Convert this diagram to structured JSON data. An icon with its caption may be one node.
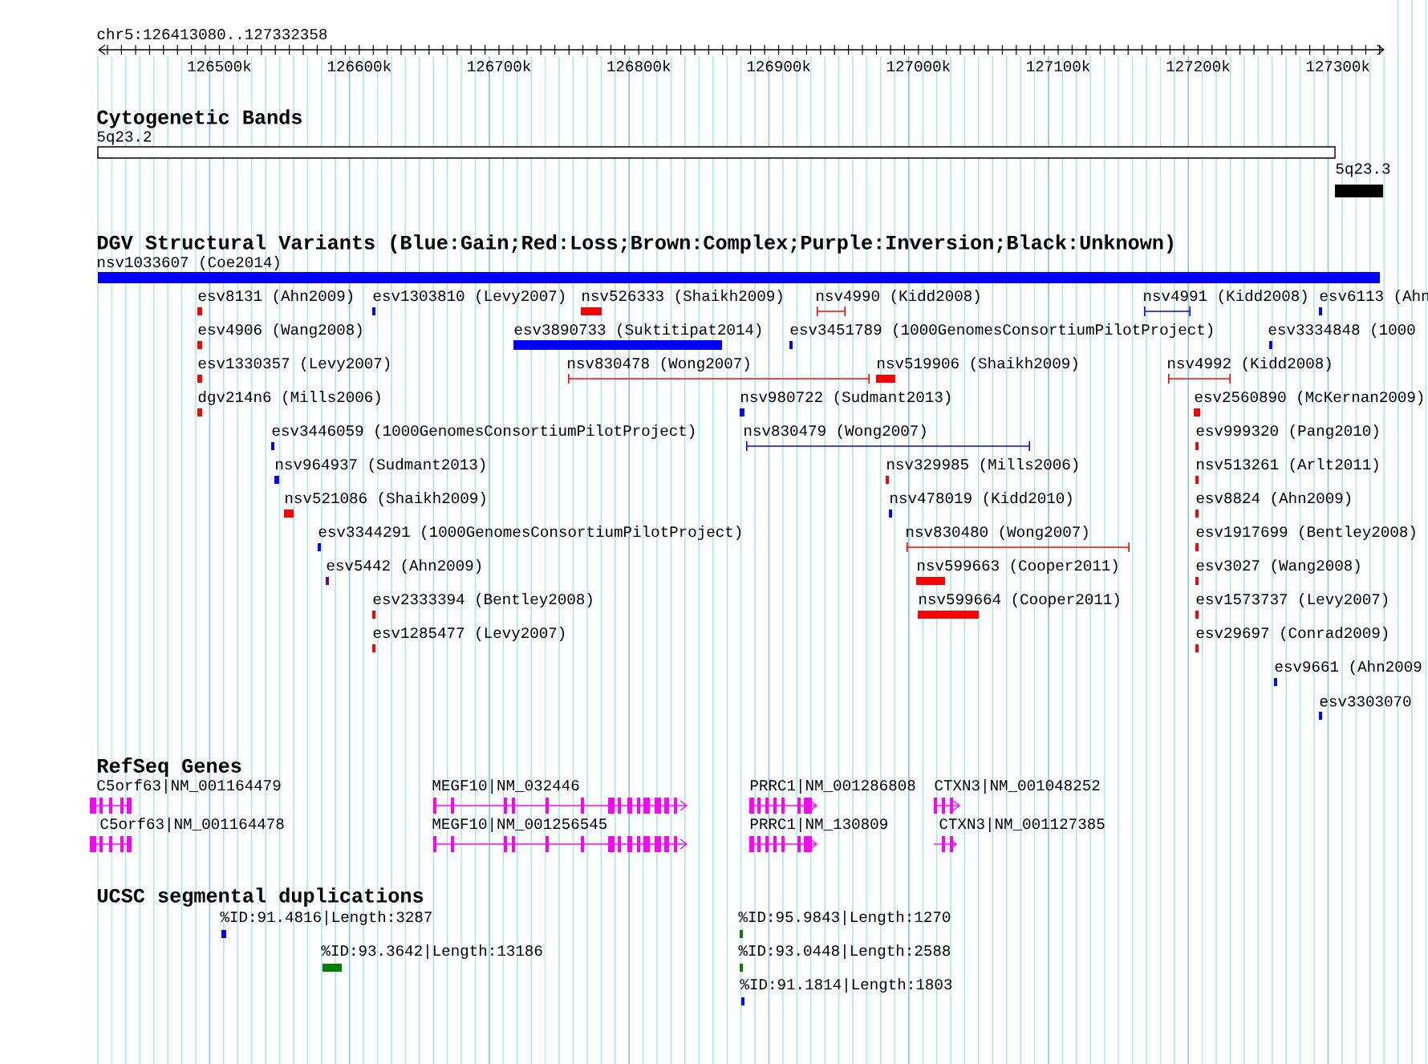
{
  "diagram": {
    "labels": [
      "chr5:126413080..127332358",
      "126500k",
      "126600k",
      "126700k",
      "126800k",
      "126900k",
      "127000k",
      "127100k",
      "127200k",
      "127300k",
      "Cytogenetic Bands",
      "5q23.2",
      "5q23.3",
      "DGV Structural Variants (Blue:Gain;Red:Loss;Brown:Complex;Purple:Inversion;Black:Unknown)",
      "nsv1033607 (Coe2014)",
      "esv8131 (Ahn2009)",
      "esv1303810 (Levy2007)",
      "nsv526333 (Shaikh2009)",
      "nsv4990 (Kidd2008)",
      "nsv4991 (Kidd2008)",
      "esv6113 (Ahn",
      "esv4906 (Wang2008)",
      "esv3890733 (Suktitipat2014)",
      "esv3451789 (1000GenomesConsortiumPilotProject)",
      "esv3334848 (1000",
      "esv1330357 (Levy2007)",
      "nsv830478 (Wong2007)",
      "nsv519906 (Shaikh2009)",
      "nsv4992 (Kidd2008)",
      "dgv214n6 (Mills2006)",
      "nsv980722 (Sudmant2013)",
      "esv2560890 (McKernan2009)",
      "esv3446059 (1000GenomesConsortiumPilotProject)",
      "nsv830479 (Wong2007)",
      "esv999320 (Pang2010)",
      "nsv964937 (Sudmant2013)",
      "nsv329985 (Mills2006)",
      "nsv513261 (Arlt2011)",
      "nsv521086 (Shaikh2009)",
      "nsv478019 (Kidd2010)",
      "esv8824 (Ahn2009)",
      "esv3344291 (1000GenomesConsortiumPilotProject)",
      "nsv830480 (Wong2007)",
      "esv1917699 (Bentley2008)",
      "esv5442 (Ahn2009)",
      "nsv599663 (Cooper2011)",
      "esv3027 (Wang2008)",
      "esv2333394 (Bentley2008)",
      "nsv599664 (Cooper2011)",
      "esv1573737 (Levy2007)",
      "esv1285477 (Levy2007)",
      "esv29697 (Conrad2009)",
      "esv9661 (Ahn2009",
      "esv3303070",
      "RefSeq Genes",
      "C5orf63|NM_001164479",
      "MEGF10|NM_032446",
      "PRRC1|NM_001286808",
      "CTXN3|NM_001048252",
      "C5orf63|NM_001164478",
      "MEGF10|NM_001256545",
      "PRRC1|NM_130809",
      "CTXN3|NM_001127385",
      "UCSC segmental duplications",
      "%ID:91.4816|Length:3287",
      "%ID:95.9843|Length:1270",
      "%ID:93.3642|Length:13186",
      "%ID:93.0448|Length:2588",
      "%ID:91.1814|Length:1803"
    ]
  }
}
